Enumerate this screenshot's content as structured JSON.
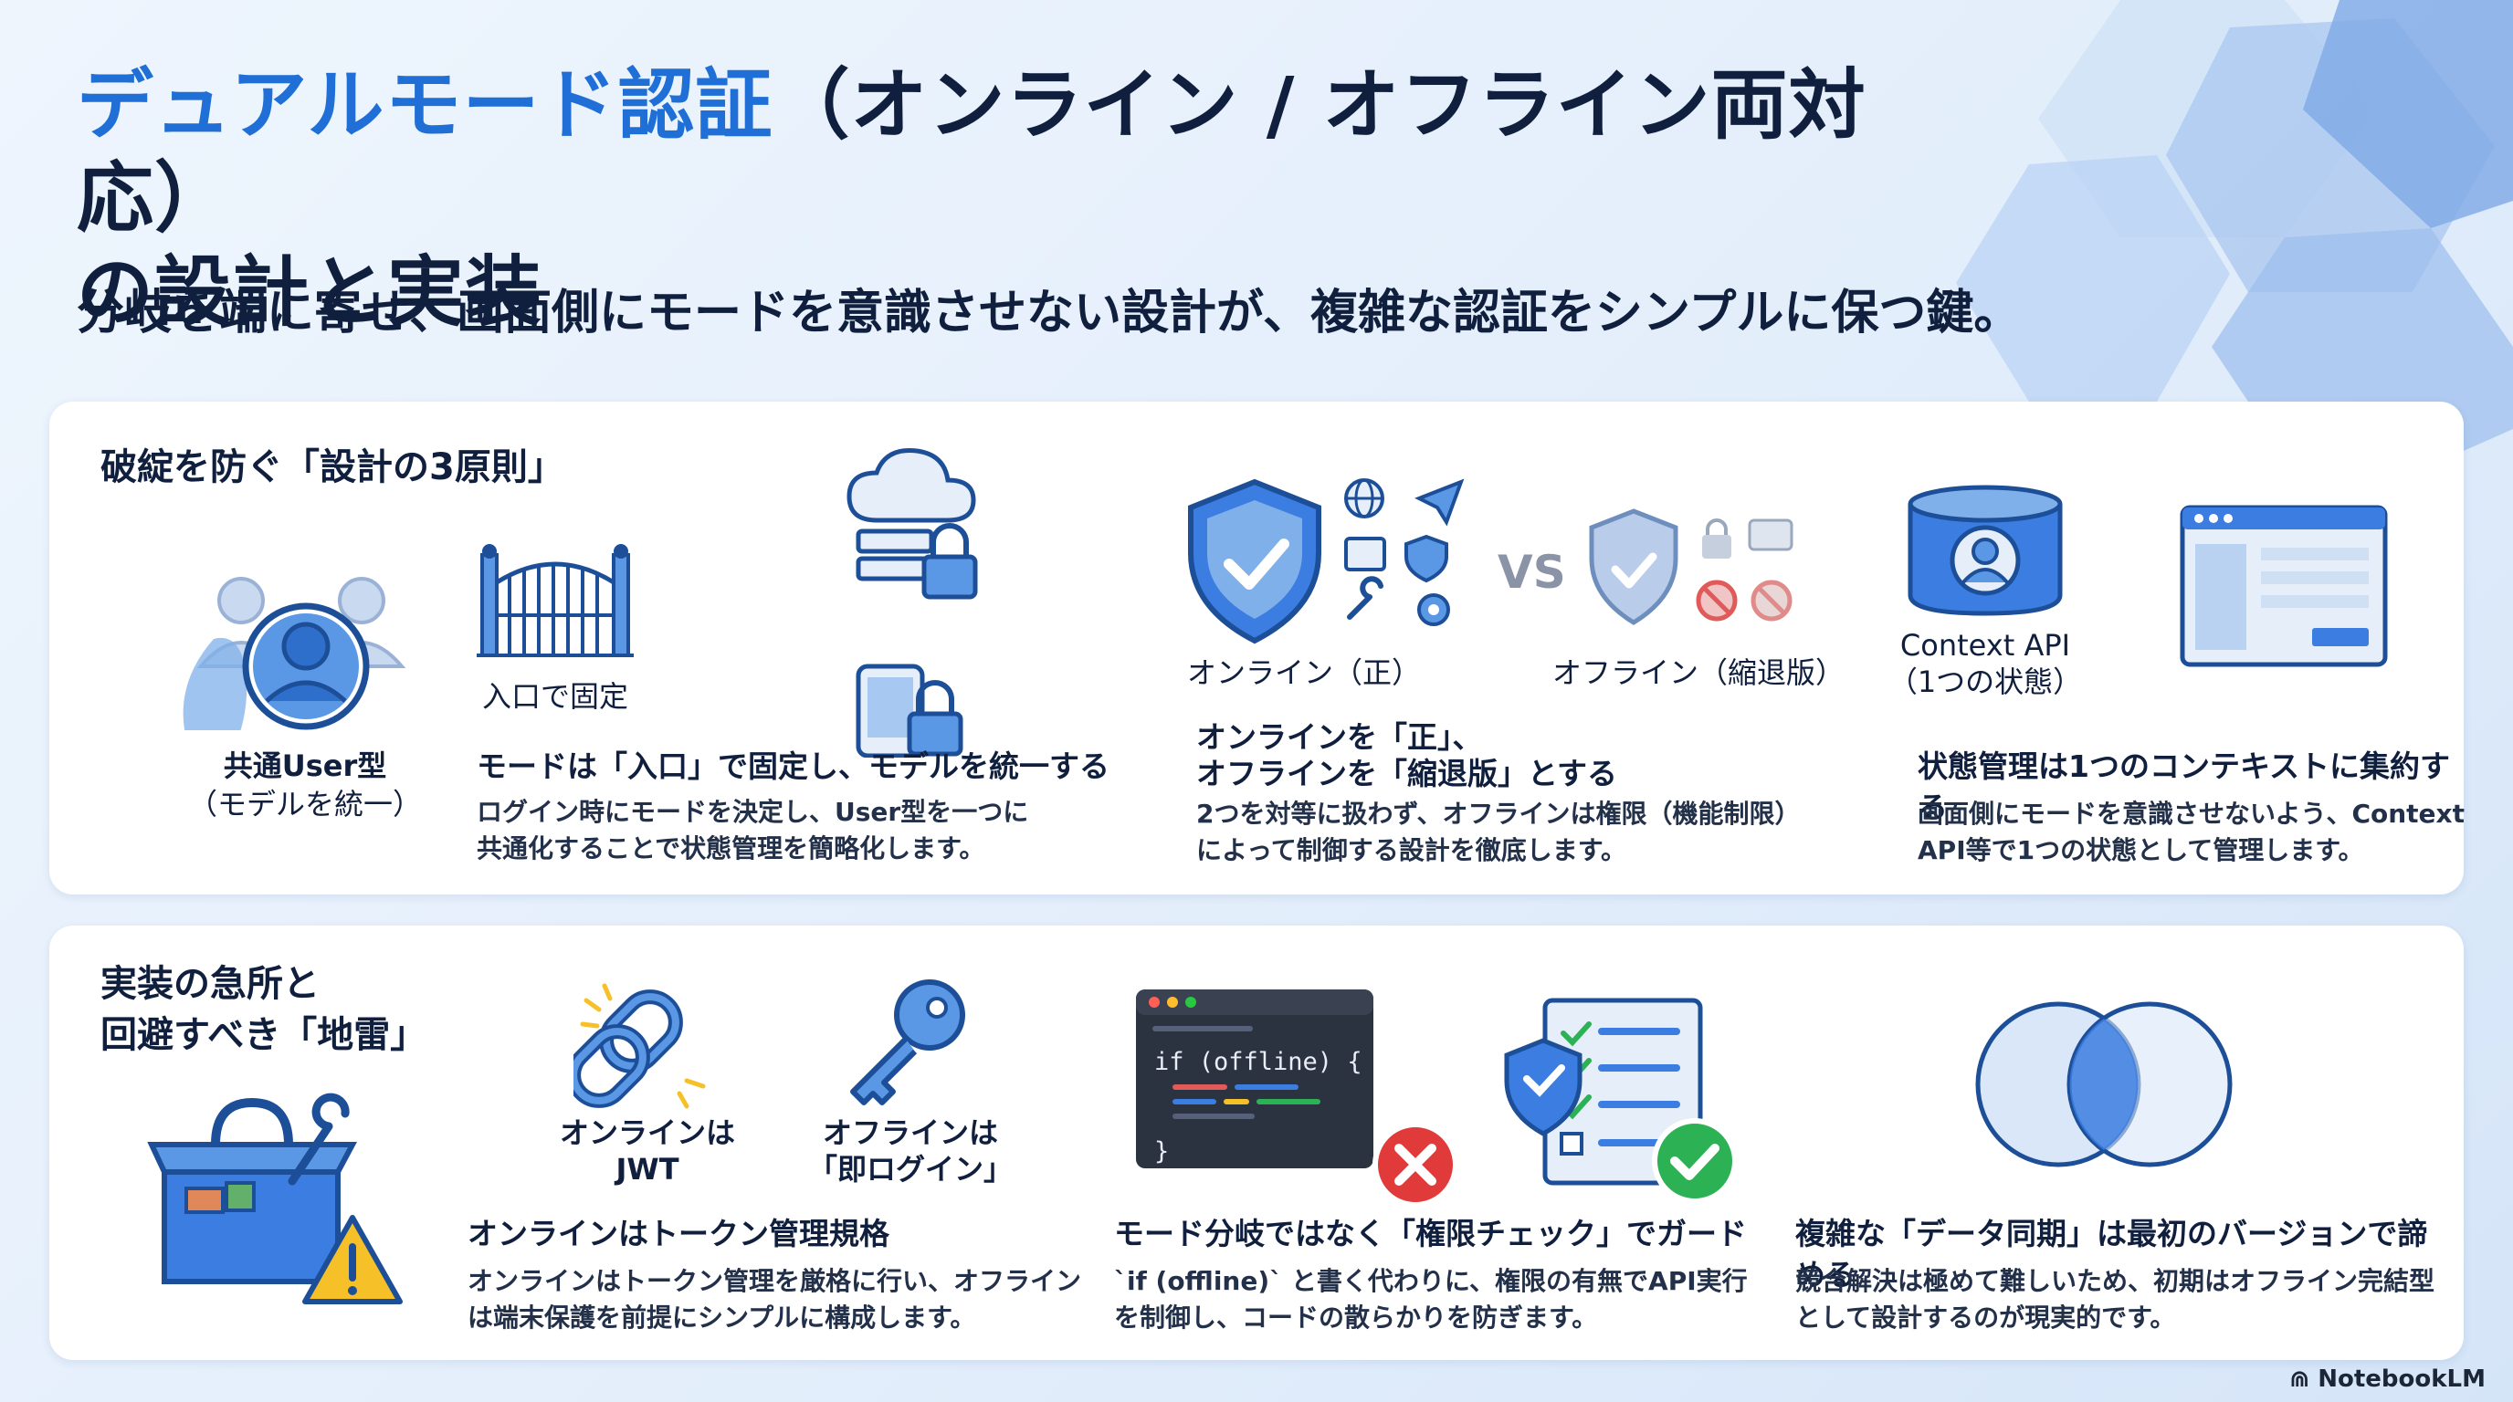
{
  "title": {
    "accent": "デュアルモード認証",
    "rest_line1": "（オンライン / オフライン両対応）",
    "line2": "の設計と実装"
  },
  "subtitle": "分岐を端に寄せ、画面側にモードを意識させない設計が、複雑な認証をシンプルに保つ鍵。",
  "principles": {
    "title": "破綻を防ぐ「設計の3原則」",
    "items": [
      {
        "icon_caption_1": "共通User型",
        "icon_caption_2": "（モデルを統一）",
        "gate_label": "入口で固定",
        "heading": "モードは「入口」で固定し、モデルを統一する",
        "body_1": "ログイン時にモードを決定し、User型を一つに",
        "body_2": "共通化することで状態管理を簡略化します。"
      },
      {
        "online_label": "オンライン（正）",
        "vs": "VS",
        "offline_label": "オフライン（縮退版）",
        "heading_1": "オンラインを「正」、",
        "heading_2": "オフラインを「縮退版」とする",
        "body_1": "2つを対等に扱わず、オフラインは権限（機能制限）",
        "body_2": "によって制御する設計を徹底します。"
      },
      {
        "db_label_1": "Context API",
        "db_label_2": "（1つの状態）",
        "heading": "状態管理は1つのコンテキストに集約する",
        "body_1": "画面側にモードを意識させないよう、Context",
        "body_2": "API等で1つの状態として管理します。"
      }
    ]
  },
  "pitfalls": {
    "title_1": "実装の急所と",
    "title_2": "回避すべき「地雷」",
    "items": [
      {
        "chain_label_1": "オンラインは",
        "chain_label_2": "JWT",
        "key_label_1": "オフラインは",
        "key_label_2": "「即ログイン」",
        "heading": "オンラインはトークン管理規格",
        "body_1": "オンラインはトークン管理を厳格に行い、オフライン",
        "body_2": "は端末保護を前提にシンプルに構成します。"
      },
      {
        "code_line": "if (offline) {",
        "code_close": "}",
        "heading": "モード分岐ではなく「権限チェック」でガード",
        "body_1": "`if (offline)` と書く代わりに、権限の有無でAPI実行",
        "body_2": "を制御し、コードの散らかりを防ぎます。"
      },
      {
        "heading": "複雑な「データ同期」は最初のバージョンで諦める",
        "body_1": "競合解決は極めて難しいため、初期はオフライン完結型",
        "body_2": "として設計するのが現実的です。"
      }
    ]
  },
  "footer": "NotebookLM",
  "colors": {
    "accent": "#1f6fd6",
    "navy": "#0f1f3d",
    "icon_blue": "#3b7de0",
    "icon_dark": "#1d4f99",
    "error": "#e03a3a",
    "success": "#2db155",
    "warning": "#f6c029"
  }
}
